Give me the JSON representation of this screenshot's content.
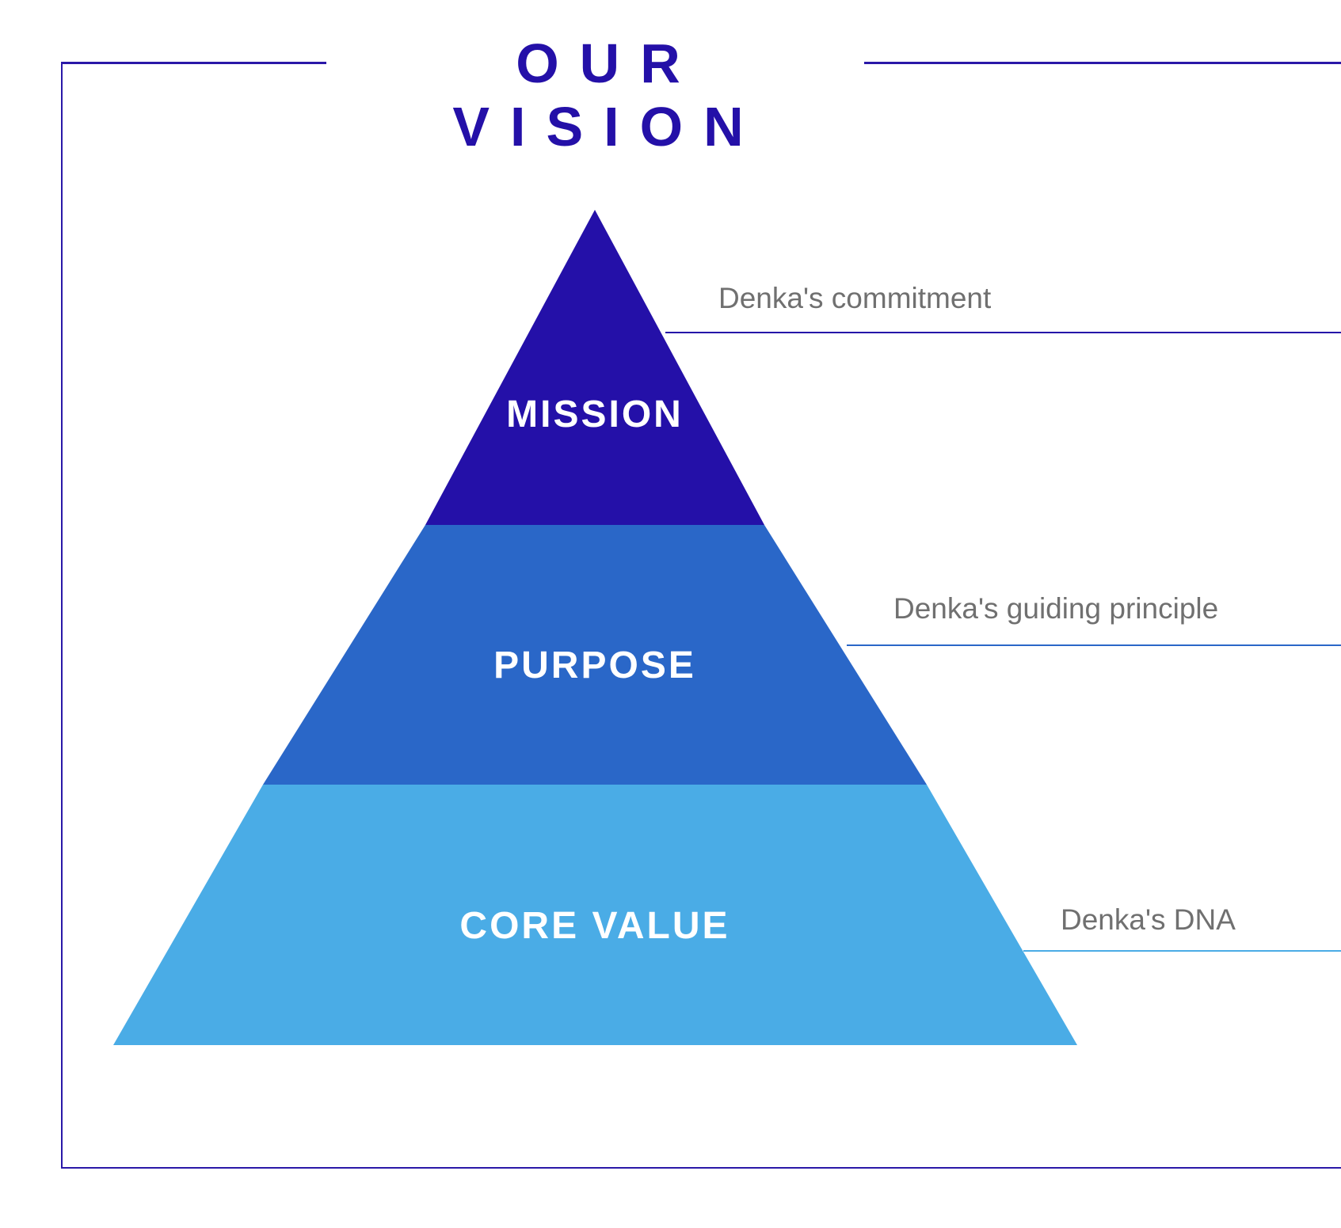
{
  "title": "OUR VISION",
  "levels": [
    {
      "label": "MISSION",
      "caption": "Denka's commitment",
      "color": "#2410a8"
    },
    {
      "label": "PURPOSE",
      "caption": "Denka's guiding principle",
      "color": "#2a67c8"
    },
    {
      "label": "CORE VALUE",
      "caption": "Denka's DNA",
      "color": "#4aace6"
    }
  ]
}
